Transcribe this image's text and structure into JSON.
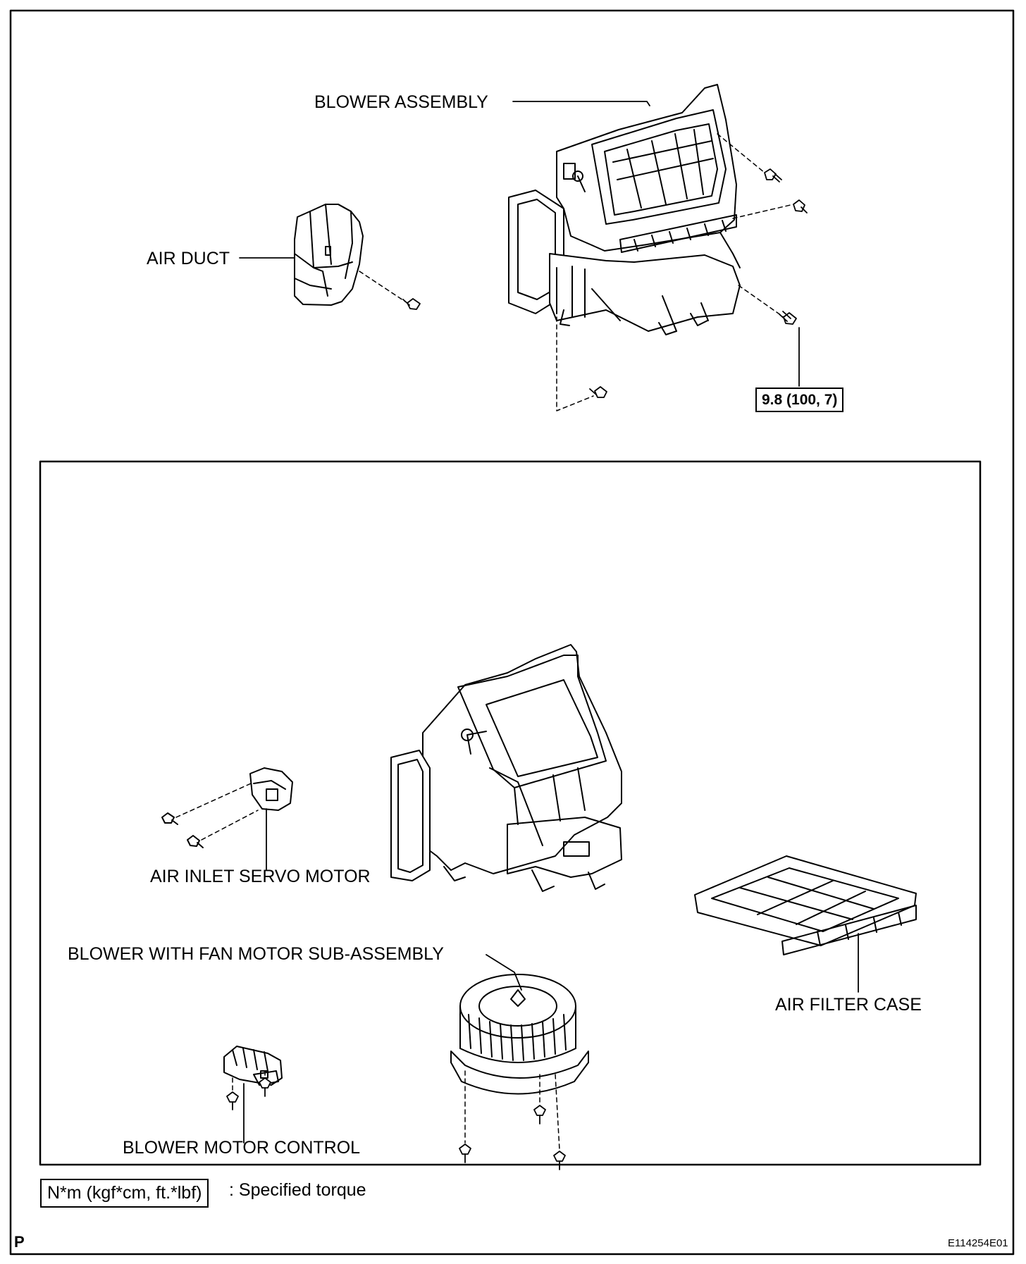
{
  "labels": {
    "blower_assembly": "BLOWER ASSEMBLY",
    "air_duct": "AIR DUCT",
    "torque_value": "9.8 (100, 7)",
    "air_inlet_servo_motor": "AIR INLET SERVO MOTOR",
    "blower_fan_motor": "BLOWER WITH FAN MOTOR SUB-ASSEMBLY",
    "air_filter_case": "AIR FILTER CASE",
    "blower_motor_control": "BLOWER MOTOR CONTROL"
  },
  "legend": {
    "unit": "N*m (kgf*cm, ft.*lbf)",
    "description": ": Specified torque"
  },
  "footer": {
    "corner_letter": "P",
    "figure_id": "E114254E01"
  },
  "colors": {
    "line": "#000000",
    "background": "#ffffff"
  }
}
